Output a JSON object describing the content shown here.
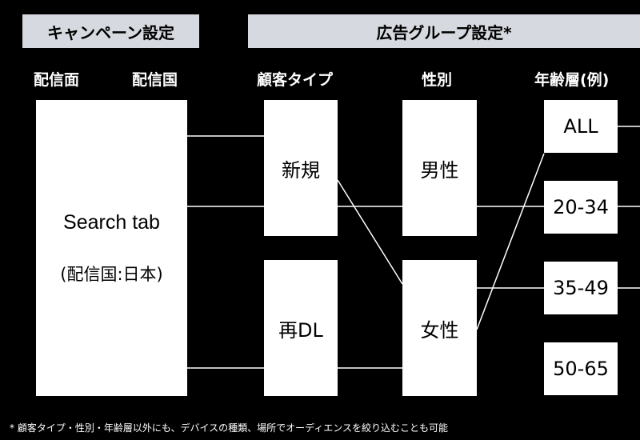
{
  "banners": {
    "campaign": "キャンペーン設定",
    "adgroup": "広告グループ設定*"
  },
  "headers": {
    "placement": "配信面",
    "country": "配信国",
    "customer_type": "顧客タイプ",
    "gender": "性別",
    "age": "年齢層(例)"
  },
  "search_box": {
    "title": "Search tab",
    "subtitle": "(配信国:日本)"
  },
  "customer_types": [
    "新規",
    "再DL"
  ],
  "genders": [
    "男性",
    "女性"
  ],
  "age_groups": [
    "ALL",
    "20-34",
    "35-49",
    "50-65"
  ],
  "footnote": "* 顧客タイプ・性別・年齢層以外にも、デバイスの種類、場所でオーディエンスを絞り込むことも可能"
}
